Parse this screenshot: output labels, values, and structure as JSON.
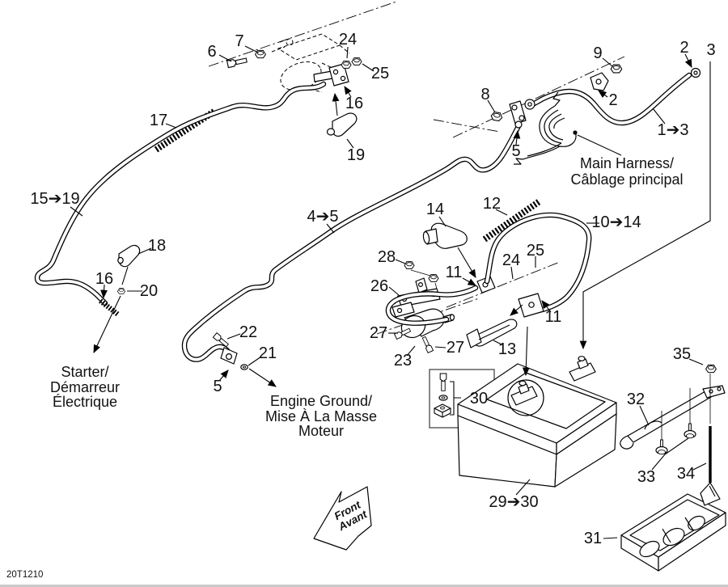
{
  "diagram_code": "20T1210",
  "labels": {
    "main_harness": [
      "Main Harness/",
      "Câblage principal"
    ],
    "starter": [
      "Starter/",
      "Démarreur",
      "Électrique"
    ],
    "engine_ground": [
      "Engine Ground/",
      "Mise À La Masse",
      "Moteur"
    ],
    "front_arrow": [
      "Front",
      "Avant"
    ]
  },
  "callouts": {
    "n6": "6",
    "n7": "7",
    "n24a": "24",
    "n25a": "25",
    "n16a": "16",
    "n17": "17",
    "n19": "19",
    "n9": "9",
    "n2a": "2",
    "n3": "3",
    "n2b": "2",
    "n8": "8",
    "n5a": "5",
    "r1_3": "1➔3",
    "r15_19": "15➔19",
    "r4_5": "4➔5",
    "n14": "14",
    "n12": "12",
    "r10_14": "10➔14",
    "n18": "18",
    "n16b": "16",
    "n20": "20",
    "n28": "28",
    "n26": "26",
    "n11a": "11",
    "n24b": "24",
    "n25b": "25",
    "n27a": "27",
    "n23": "23",
    "n27b": "27",
    "n22": "22",
    "n21": "21",
    "n5b": "5",
    "n11b": "11",
    "n13": "13",
    "n35": "35",
    "n30": "30",
    "n32": "32",
    "r29_30": "29➔30",
    "n33": "33",
    "n34": "34",
    "n31": "31"
  }
}
